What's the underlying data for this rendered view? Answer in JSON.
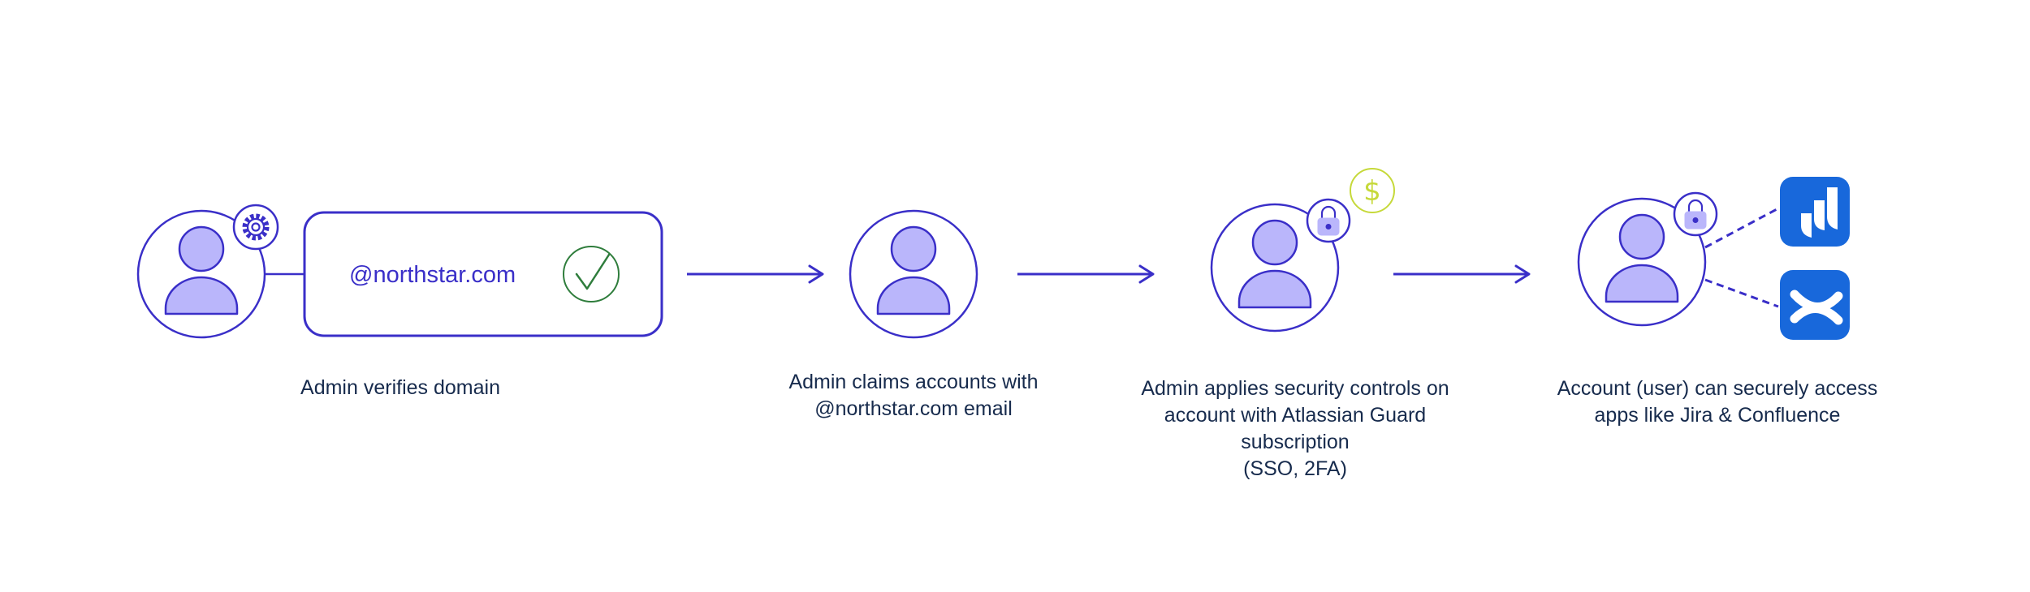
{
  "domain_box": {
    "text": "@northstar.com"
  },
  "steps": [
    {
      "caption_lines": [
        "Admin verifies domain"
      ]
    },
    {
      "caption_lines": [
        "Admin claims accounts with",
        "@northstar.com email"
      ]
    },
    {
      "caption_lines": [
        "Admin applies security controls on",
        "account with Atlassian Guard",
        "subscription",
        "(SSO, 2FA)"
      ]
    },
    {
      "caption_lines": [
        "Account (user) can securely access",
        "apps like Jira & Confluence"
      ]
    }
  ],
  "badges": {
    "dollar_symbol": "$"
  },
  "icons": [
    "gear-icon",
    "check-icon",
    "lock-icon",
    "dollar-icon",
    "jira-icon",
    "confluence-icon"
  ],
  "colors": {
    "primary": "#3a2fc8",
    "avatar_fill": "#bab6fb",
    "check_green": "#2f7d3c",
    "dollar_lime": "#c6d93a",
    "app_blue": "#1868db",
    "text": "#172b4d"
  }
}
